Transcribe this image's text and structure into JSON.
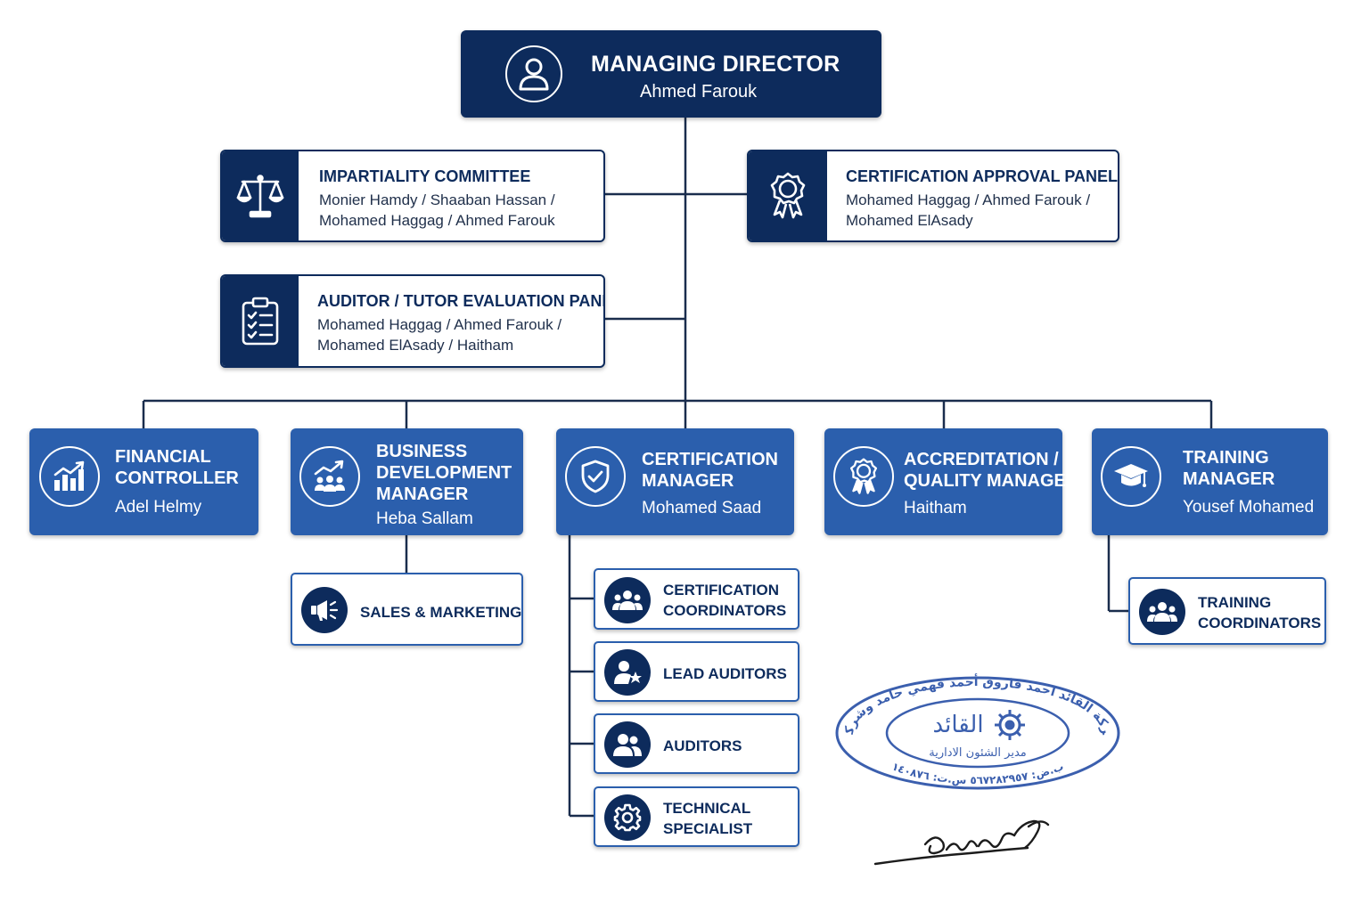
{
  "director": {
    "title": "MANAGING DIRECTOR",
    "name": "Ahmed Farouk",
    "icon": "user-icon"
  },
  "panels": {
    "impartiality": {
      "title": "IMPARTIALITY COMMITTEE",
      "line1": "Monier Hamdy / Shaaban Hassan /",
      "line2": "Mohamed Haggag / Ahmed Farouk",
      "icon": "scales-icon"
    },
    "approval": {
      "title": "CERTIFICATION APPROVAL PANEL",
      "line1": "Mohamed Haggag / Ahmed Farouk /",
      "line2": "Mohamed ElAsady",
      "icon": "award-ribbon-icon"
    },
    "evaluation": {
      "title": "AUDITOR / TUTOR EVALUATION PANEL",
      "line1": "Mohamed Haggag / Ahmed Farouk /",
      "line2": "Mohamed ElAsady / Haitham",
      "icon": "clipboard-checklist-icon"
    }
  },
  "managers": {
    "financial": {
      "title1": "FINANCIAL",
      "title2": "CONTROLLER",
      "name": "Adel Helmy",
      "icon": "bar-chart-icon"
    },
    "business": {
      "title1": "BUSINESS",
      "title2": "DEVELOPMENT",
      "title3": "MANAGER",
      "name": "Heba Sallam",
      "icon": "team-growth-icon"
    },
    "certification": {
      "title1": "CERTIFICATION",
      "title2": "MANAGER",
      "name": "Mohamed Saad",
      "icon": "shield-check-icon"
    },
    "accreditation": {
      "title1": "ACCREDITATION /",
      "title2": "QUALITY MANAGER",
      "name": "Haitham",
      "icon": "award-ribbon-icon"
    },
    "training": {
      "title1": "TRAINING",
      "title2": "MANAGER",
      "name": "Yousef Mohamed",
      "icon": "graduation-cap-icon"
    }
  },
  "units": {
    "sales": {
      "label": "SALES & MARKETING",
      "icon": "megaphone-icon"
    },
    "cert_coord": {
      "line1": "CERTIFICATION",
      "line2": "COORDINATORS",
      "icon": "group-icon"
    },
    "lead_auditors": {
      "label": "LEAD AUDITORS",
      "icon": "user-star-icon"
    },
    "auditors": {
      "label": "AUDITORS",
      "icon": "users-icon"
    },
    "tech_spec": {
      "line1": "TECHNICAL",
      "line2": "SPECIALIST",
      "icon": "gear-icon"
    },
    "train_coord": {
      "line1": "TRAINING",
      "line2": "COORDINATORS",
      "icon": "group-icon"
    }
  },
  "stamp": {
    "outer_text": "شركة القائد احمد فاروق أحمد فهمي حامد وشركته",
    "logo_text": "القائد",
    "inner_text": "مدير الشئون الادارية",
    "bottom_text": "ب.ض: ٥٦٧٢٨٢٩٥٧ س.ت: ١٤٠٨٧٦",
    "icon": "company-seal-icon",
    "color": "#3b5fae"
  },
  "signature": {
    "icon": "handwritten-signature-icon"
  },
  "colors": {
    "navy": "#0d2b5c",
    "blue": "#2b5fad",
    "line": "#1a2d4d"
  }
}
